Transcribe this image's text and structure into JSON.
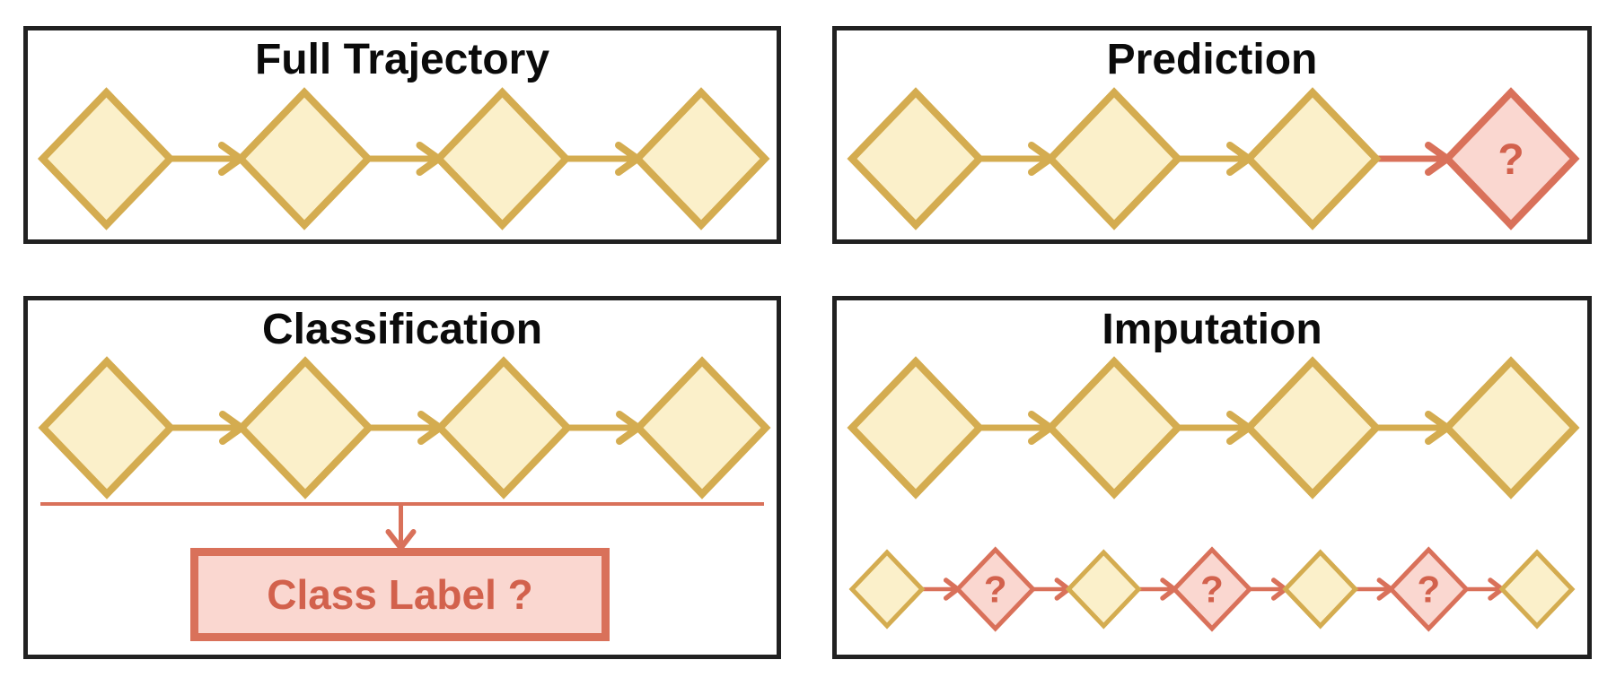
{
  "figure": {
    "description": "Four-panel diagram of trajectory modelling tasks",
    "unknown_symbol": "?"
  },
  "colors": {
    "background": "#FFFFFF",
    "panel_border": "#212121",
    "title_color": "#0B0B0B",
    "known_fill": "#FBF0CA",
    "known_stroke": "#D4AC50",
    "unknown_fill": "#FAD7D0",
    "unknown_stroke": "#D9715A",
    "accent_text": "#D2614C"
  },
  "panels": [
    {
      "id": "full-trajectory",
      "title": "Full Trajectory",
      "nodes": [
        "known",
        "known",
        "known",
        "known"
      ]
    },
    {
      "id": "prediction",
      "title": "Prediction",
      "nodes": [
        "known",
        "known",
        "known",
        "unknown"
      ],
      "unknown_symbol": "?"
    },
    {
      "id": "classification",
      "title": "Classification",
      "nodes": [
        "known",
        "known",
        "known",
        "known"
      ],
      "class_label": "Class Label ?"
    },
    {
      "id": "imputation",
      "title": "Imputation",
      "nodes": [
        "known",
        "known",
        "known",
        "known"
      ],
      "sub_nodes": [
        "known",
        "unknown",
        "known",
        "unknown",
        "known",
        "unknown",
        "known"
      ],
      "unknown_symbol": "?"
    }
  ]
}
